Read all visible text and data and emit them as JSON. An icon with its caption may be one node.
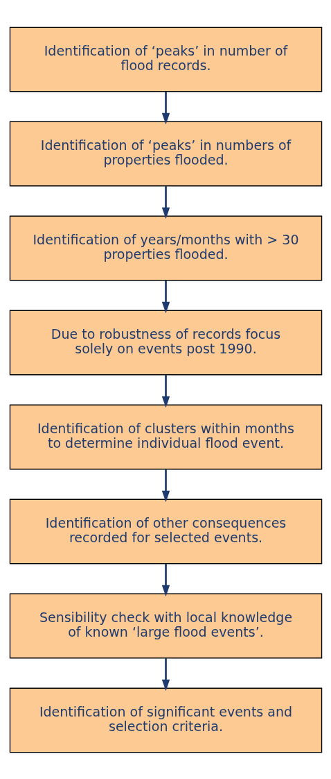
{
  "diagram": {
    "nodes": [
      {
        "text": [
          "Identification of ‘peaks’ in number of flood records."
        ]
      },
      {
        "text": [
          "Identification of ‘peaks’ in numbers of properties flooded."
        ]
      },
      {
        "text": [
          "Identification of years/months with > 30 properties flooded."
        ]
      },
      {
        "text": [
          "Due to robustness of records focus solely on events post 1990."
        ]
      },
      {
        "text": [
          "Identification of clusters within months to determine individual flood event."
        ]
      },
      {
        "text": [
          "Identification of other consequences recorded for selected events."
        ]
      },
      {
        "text": [
          "Sensibility check with local knowledge of known ‘large flood events’."
        ]
      },
      {
        "text": [
          "Identification of significant events and selection criteria."
        ]
      }
    ],
    "edges": [
      {
        "from": 0,
        "to": 1,
        "arrow": "to"
      },
      {
        "from": 1,
        "to": 2,
        "arrow": "to"
      },
      {
        "from": 2,
        "to": 3,
        "arrow": "to"
      },
      {
        "from": 3,
        "to": 4,
        "arrow": "to"
      },
      {
        "from": 4,
        "to": 5,
        "arrow": "to"
      },
      {
        "from": 5,
        "to": 6,
        "arrow": "to"
      },
      {
        "from": 6,
        "to": 7,
        "arrow": "to"
      }
    ]
  }
}
